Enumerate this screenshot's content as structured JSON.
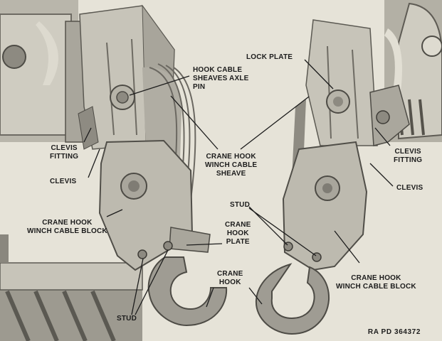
{
  "figure": {
    "labels": {
      "hook_cable_sheaves_axle_pin": "HOOK CABLE\nSHEAVES AXLE\nPIN",
      "lock_plate": "LOCK PLATE",
      "clevis_fitting_left": "CLEVIS\nFITTING",
      "clevis_left": "CLEVIS",
      "crane_hook_winch_cable_sheave": "CRANE HOOK\nWINCH CABLE\nSHEAVE",
      "clevis_fitting_right": "CLEVIS\nFITTING",
      "clevis_right": "CLEVIS",
      "stud_top": "STUD",
      "crane_hook_plate": "CRANE\nHOOK\nPLATE",
      "crane_hook_winch_cable_block_left": "CRANE HOOK\nWINCH CABLE BLOCK",
      "crane_hook": "CRANE\nHOOK",
      "crane_hook_winch_cable_block_right": "CRANE HOOK\nWINCH CABLE BLOCK",
      "stud_bottom": "STUD"
    },
    "reference_code": "RA PD 364372",
    "colors": {
      "background": "#e6e3d8",
      "metal_light": "#c9c6bb",
      "metal_mid": "#a9a69c",
      "metal_dark": "#6e6b63",
      "hook": "#9f9c93",
      "ink": "#1c1c1c"
    }
  }
}
